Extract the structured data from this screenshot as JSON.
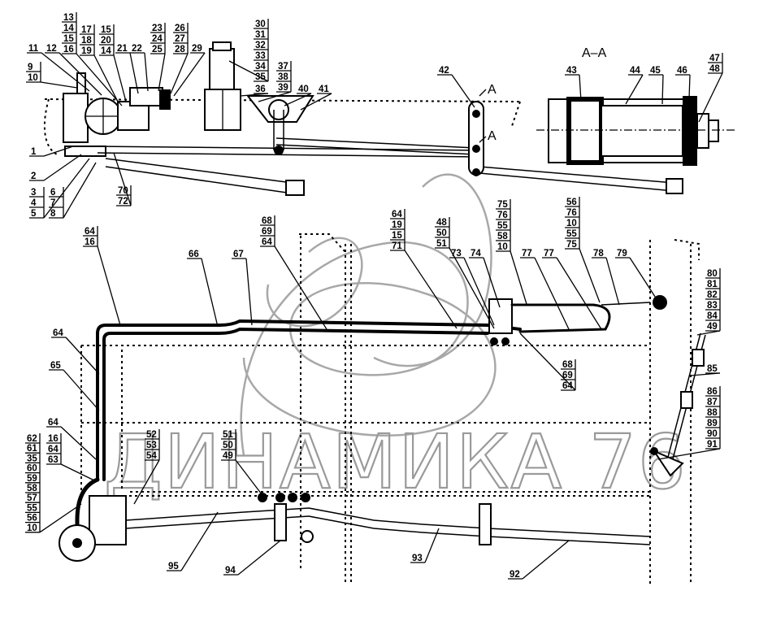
{
  "section_title": "A–A",
  "section_marker": "A",
  "watermark": "ДИНАМИКА 76",
  "callouts": [
    [
      "13",
      "14",
      "15",
      "16"
    ],
    [
      "17",
      "18",
      "19"
    ],
    [
      "15",
      "20",
      "14"
    ],
    [
      "11"
    ],
    [
      "12"
    ],
    [
      "9",
      "10"
    ],
    [
      "21"
    ],
    [
      "22"
    ],
    [
      "23",
      "24",
      "25"
    ],
    [
      "26",
      "27",
      "28"
    ],
    [
      "29"
    ],
    [
      "30",
      "31",
      "32",
      "33",
      "34",
      "35"
    ],
    [
      "36"
    ],
    [
      "37",
      "38",
      "39"
    ],
    [
      "40"
    ],
    [
      "41"
    ],
    [
      "42"
    ],
    [
      "43"
    ],
    [
      "44"
    ],
    [
      "45"
    ],
    [
      "46"
    ],
    [
      "47",
      "48"
    ],
    [
      "1"
    ],
    [
      "2"
    ],
    [
      "3",
      "4",
      "5"
    ],
    [
      "6",
      "7",
      "8"
    ],
    [
      "70",
      "72"
    ],
    [
      "64",
      "16"
    ],
    [
      "66"
    ],
    [
      "67"
    ],
    [
      "68",
      "69",
      "64"
    ],
    [
      "64",
      "19",
      "15",
      "71"
    ],
    [
      "48",
      "50",
      "51"
    ],
    [
      "73"
    ],
    [
      "74"
    ],
    [
      "75",
      "76",
      "55",
      "58",
      "10"
    ],
    [
      "77"
    ],
    [
      "77"
    ],
    [
      "56",
      "76",
      "10",
      "55",
      "75"
    ],
    [
      "78"
    ],
    [
      "79"
    ],
    [
      "68",
      "69",
      "64"
    ],
    [
      "64"
    ],
    [
      "65"
    ],
    [
      "80",
      "81",
      "82",
      "83",
      "84",
      "49"
    ],
    [
      "85"
    ],
    [
      "86",
      "87",
      "88",
      "89",
      "90",
      "91"
    ],
    [
      "64"
    ],
    [
      "62",
      "61",
      "35",
      "60",
      "59",
      "58",
      "57",
      "55",
      "56",
      "10"
    ],
    [
      "16",
      "64",
      "63"
    ],
    [
      "52",
      "53",
      "54"
    ],
    [
      "51",
      "50",
      "49"
    ],
    [
      "95"
    ],
    [
      "94"
    ],
    [
      "93"
    ],
    [
      "92"
    ]
  ]
}
